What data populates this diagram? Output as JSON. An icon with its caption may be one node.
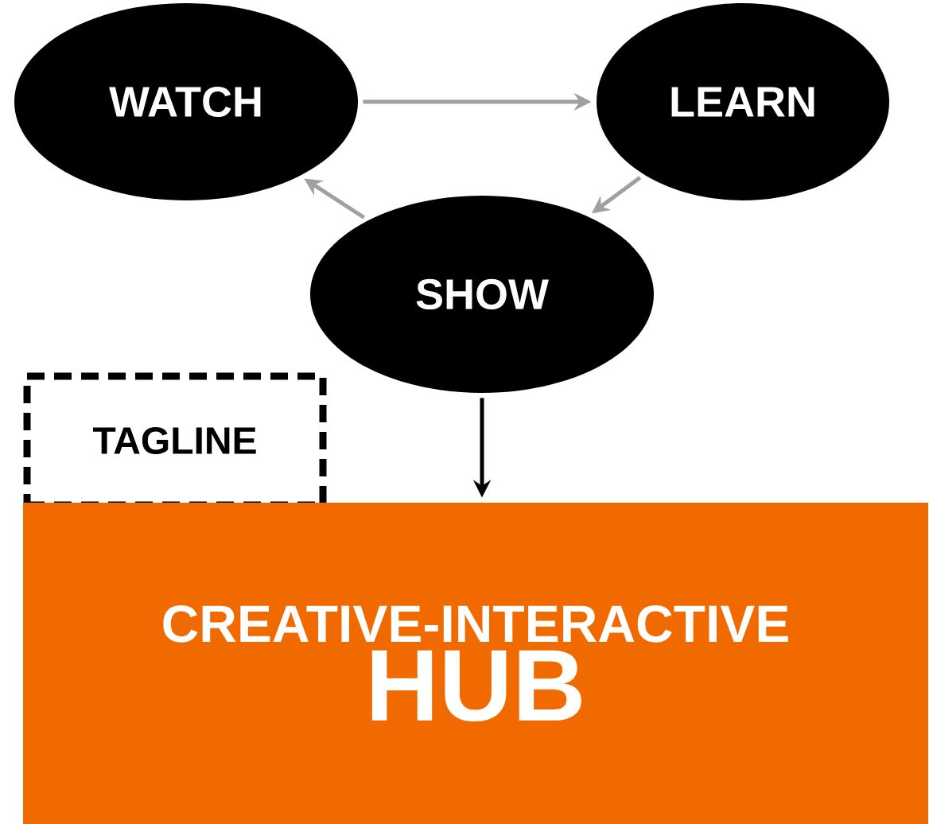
{
  "diagram": {
    "nodes": [
      {
        "text": [
          "WATCH"
        ]
      },
      {
        "text": [
          "LEARN"
        ]
      },
      {
        "text": [
          "SHOW"
        ]
      },
      {
        "text": [
          "TAGLINE"
        ]
      },
      {
        "text": [
          "CREATIVE-INTERACTIVE",
          "HUB"
        ]
      }
    ],
    "edges": [
      {
        "from": 0,
        "to": 1,
        "arrow": "to"
      },
      {
        "from": 1,
        "to": 2,
        "arrow": "to"
      },
      {
        "from": 2,
        "to": 0,
        "arrow": "to"
      },
      {
        "from": 2,
        "to": 4,
        "arrow": "to",
        "color": "#000000"
      }
    ]
  }
}
